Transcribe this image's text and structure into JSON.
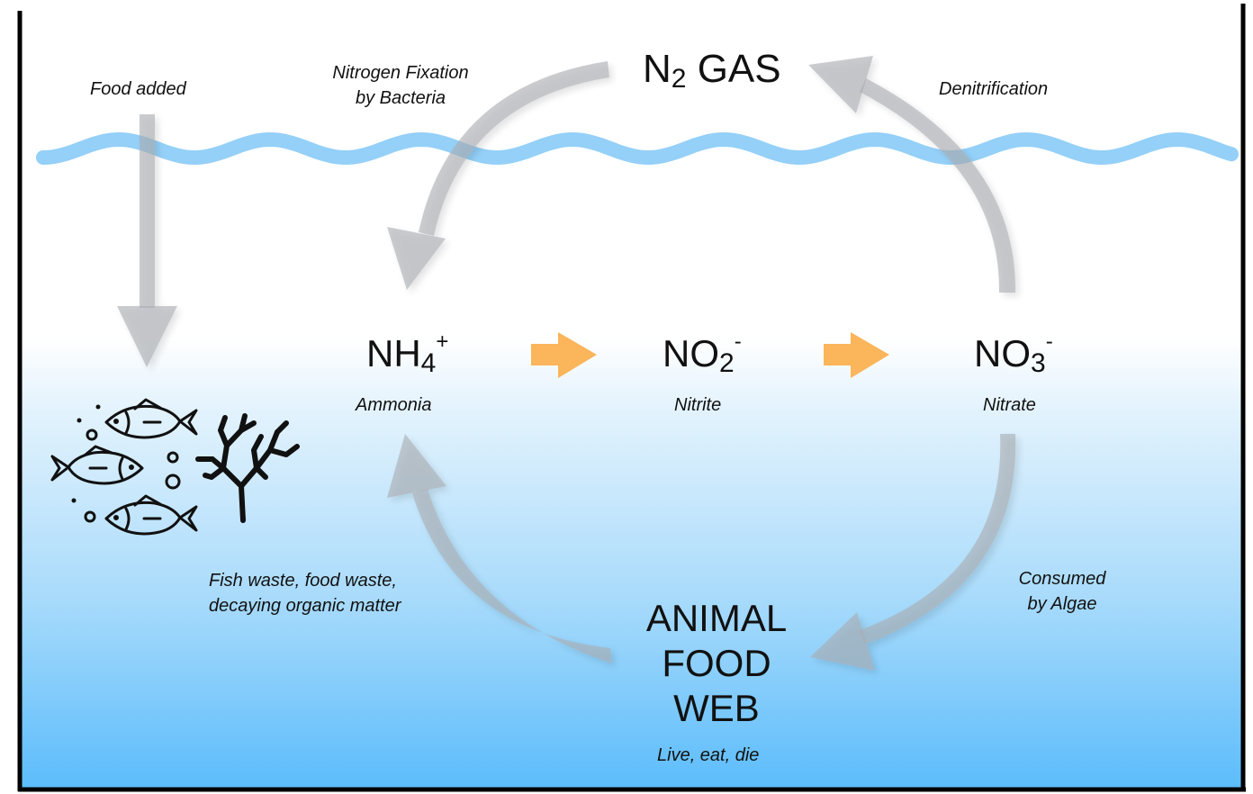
{
  "title": "Aquarium Nitrogen Cycle",
  "colors": {
    "water_top": "#ffffff",
    "water_light": "#e4f3fd",
    "water_bottom": "#5bbcfb",
    "wave": "#8ecdf8",
    "cycle_arrow": "#b9bcc0",
    "conversion_arrow": "#fbb55a",
    "border": "#000000"
  },
  "labels": {
    "food_added": "Food added",
    "nitrogen_fixation_line1": "Nitrogen Fixation",
    "nitrogen_fixation_line2": "by Bacteria",
    "denitrification": "Denitrification",
    "waste_line1": "Fish waste, food waste,",
    "waste_line2": "decaying organic matter",
    "consumed_line1": "Consumed",
    "consumed_line2": "by Algae"
  },
  "n2_gas": {
    "symbol": "N",
    "subscript": "2",
    "suffix": " GAS"
  },
  "compounds": [
    {
      "symbol": "NH",
      "subscript": "4",
      "charge": "+",
      "name": "Ammonia"
    },
    {
      "symbol": "NO",
      "subscript": "2",
      "charge": "-",
      "name": "Nitrite"
    },
    {
      "symbol": "NO",
      "subscript": "3",
      "charge": "-",
      "name": "Nitrate"
    }
  ],
  "food_web": {
    "line1": "ANIMAL",
    "line2": "FOOD",
    "line3": "WEB",
    "caption": "Live, eat, die"
  },
  "icons": {
    "fish_coral": "fish-and-coral-icon"
  }
}
